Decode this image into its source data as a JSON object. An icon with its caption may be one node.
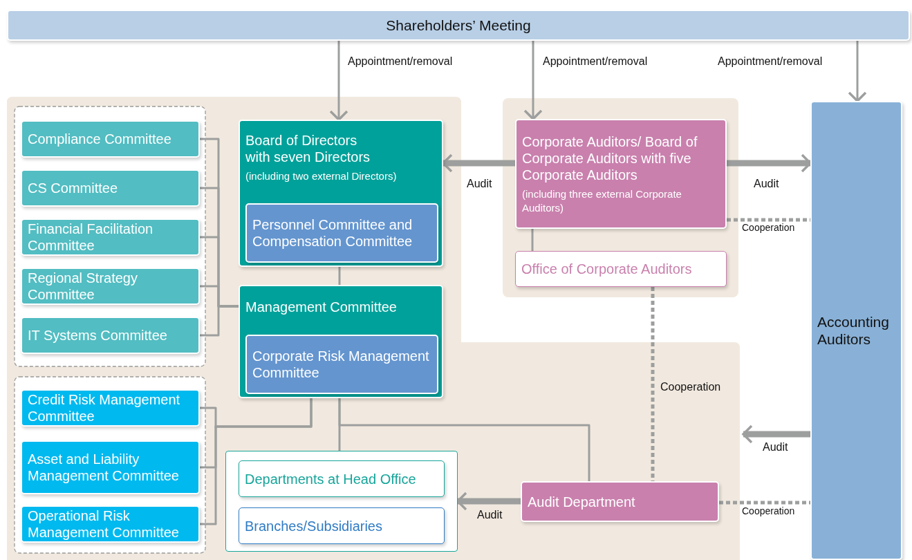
{
  "diagram": {
    "nodes": [
      {
        "text": [
          "Shareholders’ Meeting"
        ]
      },
      {
        "text": [
          "Board of Directors with seven Directors",
          "(including two external Directors)"
        ]
      },
      {
        "text": [
          "Personnel Committee and Compensation Committee"
        ],
        "in": 1
      },
      {
        "text": [
          "Management Committee"
        ]
      },
      {
        "text": [
          "Corporate Risk Management Committee"
        ],
        "in": 3
      },
      {
        "text": [
          "Compliance Committee"
        ]
      },
      {
        "text": [
          "CS Committee"
        ]
      },
      {
        "text": [
          "Financial Facilitation Committee"
        ]
      },
      {
        "text": [
          "Regional Strategy Committee"
        ]
      },
      {
        "text": [
          "IT Systems Committee"
        ]
      },
      {
        "text": [
          "Credit Risk Management Committee"
        ]
      },
      {
        "text": [
          "Asset and Liability Management Committee"
        ]
      },
      {
        "text": [
          "Operational Risk Management Committee"
        ]
      },
      {
        "text": [
          "Corporate Auditors/ Board of Corporate Auditors with five Corporate Auditors",
          "(including three external Corporate Auditors)"
        ]
      },
      {
        "text": [
          "Office of Corporate Auditors"
        ]
      },
      {
        "text": [
          "Accounting Auditors"
        ]
      },
      {
        "text": [],
        "shape": "box"
      },
      {
        "text": [
          "Departments at Head Office"
        ],
        "in": 16
      },
      {
        "text": [
          "Branches/Subsidiaries"
        ],
        "in": 16
      },
      {
        "text": [
          "Audit Department"
        ]
      }
    ],
    "edges": [
      {
        "from": 0,
        "to": 1,
        "arrow": "to",
        "label": "Appointment/removal"
      },
      {
        "from": 0,
        "to": 13,
        "arrow": "to",
        "label": "Appointment/removal"
      },
      {
        "from": 0,
        "to": 15,
        "arrow": "to",
        "label": "Appointment/removal"
      },
      {
        "from": 1,
        "to": 3,
        "arrow": "none"
      },
      {
        "from": 5,
        "to": 3,
        "arrow": "none"
      },
      {
        "from": 6,
        "to": 3,
        "arrow": "none"
      },
      {
        "from": 7,
        "to": 3,
        "arrow": "none"
      },
      {
        "from": 8,
        "to": 3,
        "arrow": "none"
      },
      {
        "from": 9,
        "to": 3,
        "arrow": "none"
      },
      {
        "from": 10,
        "to": 3,
        "arrow": "none"
      },
      {
        "from": 11,
        "to": 3,
        "arrow": "none"
      },
      {
        "from": 12,
        "to": 3,
        "arrow": "none"
      },
      {
        "from": 3,
        "to": 16,
        "arrow": "none"
      },
      {
        "from": 3,
        "to": 19,
        "arrow": "none"
      },
      {
        "from": 13,
        "to": 1,
        "arrow": "to",
        "label": "Audit",
        "style": "thick"
      },
      {
        "from": 13,
        "to": 15,
        "arrow": "to",
        "label": "Audit",
        "style": "thick"
      },
      {
        "from": 13,
        "to": 15,
        "arrow": "none",
        "label": "Cooperation",
        "style": "dashed"
      },
      {
        "from": 13,
        "to": 14,
        "arrow": "none"
      },
      {
        "from": 14,
        "to": 19,
        "arrow": "none",
        "label": "Cooperation",
        "style": "dashed"
      },
      {
        "from": 15,
        "to": null,
        "arrow": "to",
        "label": "Audit",
        "style": "thick"
      },
      {
        "from": 19,
        "to": 16,
        "arrow": "to",
        "label": "Audit",
        "style": "thick"
      },
      {
        "from": 19,
        "to": 15,
        "arrow": "none",
        "label": "Cooperation",
        "style": "dashed"
      }
    ]
  }
}
